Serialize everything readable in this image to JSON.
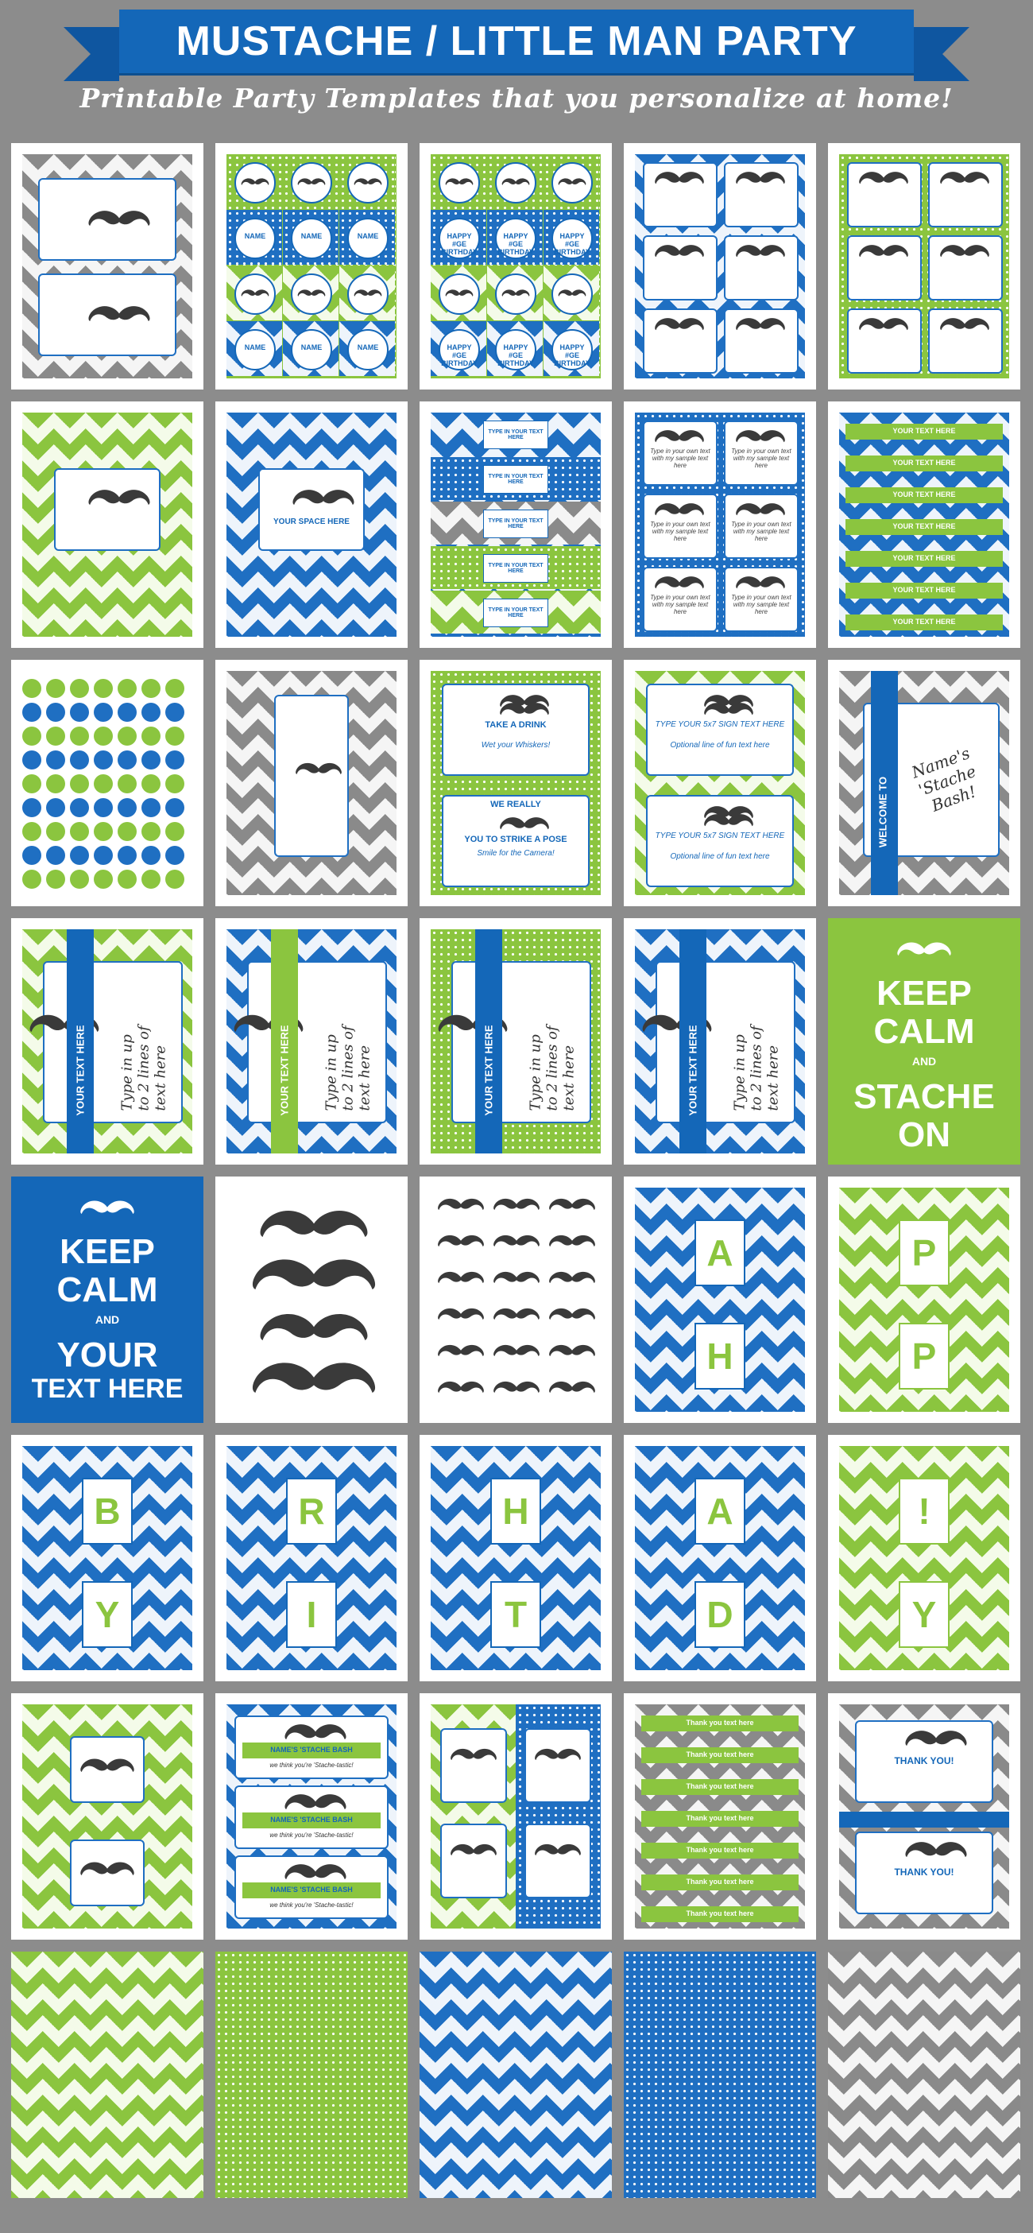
{
  "header": {
    "title": "MUSTACHE / LITTLE MAN PARTY",
    "subtitle": "Printable Party Templates that you personalize at home!"
  },
  "colors": {
    "green": "#8bc53f",
    "blue": "#1467b8",
    "gray": "#8a8a8a",
    "background": "#8c8c8c"
  },
  "tiles": [
    {
      "kind": "invite",
      "pattern": "chev-gray",
      "texts": []
    },
    {
      "kind": "tags",
      "pattern": "dots-green",
      "texts": [
        "NAME"
      ]
    },
    {
      "kind": "tags",
      "pattern": "dots-green",
      "texts": [
        "HAPPY #GE BIRTHDAY"
      ]
    },
    {
      "kind": "cards",
      "pattern": "chev-blue",
      "texts": []
    },
    {
      "kind": "cards",
      "pattern": "dots-green",
      "texts": []
    },
    {
      "kind": "box",
      "pattern": "chev-green",
      "texts": []
    },
    {
      "kind": "box",
      "pattern": "chev-blue",
      "texts": [
        "YOUR SPACE HERE"
      ]
    },
    {
      "kind": "stripes",
      "pattern": "chev-blue",
      "texts": [
        "TYPE IN YOUR TEXT HERE"
      ]
    },
    {
      "kind": "cards",
      "pattern": "dots-blue",
      "texts": [
        "Type in your own text with my sample text here"
      ]
    },
    {
      "kind": "labels",
      "pattern": "chev-blue",
      "texts": [
        "YOUR TEXT HERE"
      ]
    },
    {
      "kind": "circles",
      "pattern": "plain",
      "texts": []
    },
    {
      "kind": "wrapper",
      "pattern": "chev-gray",
      "texts": []
    },
    {
      "kind": "signs",
      "pattern": "dots-green",
      "texts": [
        "TAKE A DRINK",
        "Wet your Whiskers!",
        "WE REALLY",
        "YOU TO STRIKE A POSE",
        "Smile for the Camera!"
      ]
    },
    {
      "kind": "signs",
      "pattern": "chev-green",
      "texts": [
        "TYPE YOUR 5x7 SIGN TEXT HERE",
        "Optional line of fun text here",
        "TYPE YOUR 5x7 SIGN TEXT HERE",
        "Optional line of fun text here"
      ]
    },
    {
      "kind": "welcome",
      "pattern": "chev-gray",
      "texts": [
        "WELCOME TO",
        "Name's 'Stache Bash!"
      ]
    },
    {
      "kind": "poster",
      "pattern": "chev-green",
      "texts": [
        "YOUR TEXT HERE",
        "Type in up to 2 lines of text here"
      ]
    },
    {
      "kind": "poster",
      "pattern": "chev-blue",
      "texts": [
        "YOUR TEXT HERE",
        "Type in up to 2 lines of text here"
      ]
    },
    {
      "kind": "poster",
      "pattern": "dots-green",
      "texts": [
        "YOUR TEXT HERE",
        "Type in up to 2 lines of text here"
      ]
    },
    {
      "kind": "poster",
      "pattern": "chev-blue",
      "texts": [
        "YOUR TEXT HERE",
        "Type in up to 2 lines of text here"
      ]
    },
    {
      "kind": "keepcalm",
      "pattern": "solid-green",
      "texts": [
        "KEEP",
        "CALM",
        "AND",
        "STACHE",
        "ON"
      ]
    },
    {
      "kind": "keepcalm",
      "pattern": "solid-blue",
      "texts": [
        "KEEP",
        "CALM",
        "AND",
        "YOUR",
        "TEXT HERE"
      ]
    },
    {
      "kind": "props",
      "pattern": "plain",
      "texts": []
    },
    {
      "kind": "mini",
      "pattern": "plain",
      "texts": []
    },
    {
      "kind": "banner",
      "pattern": "chev-blue",
      "texts": [
        "A",
        "H"
      ]
    },
    {
      "kind": "banner",
      "pattern": "chev-green",
      "texts": [
        "P",
        "P"
      ]
    },
    {
      "kind": "banner",
      "pattern": "chev-blue",
      "texts": [
        "B",
        "Y"
      ]
    },
    {
      "kind": "banner",
      "pattern": "chev-blue",
      "texts": [
        "R",
        "I"
      ]
    },
    {
      "kind": "banner",
      "pattern": "chev-blue",
      "texts": [
        "H",
        "T"
      ]
    },
    {
      "kind": "banner",
      "pattern": "chev-blue",
      "texts": [
        "A",
        "D"
      ]
    },
    {
      "kind": "banner",
      "pattern": "chev-green",
      "texts": [
        "!",
        "Y"
      ]
    },
    {
      "kind": "bannermus",
      "pattern": "chev-green",
      "texts": []
    },
    {
      "kind": "bottle",
      "pattern": "chev-blue",
      "texts": [
        "NAME'S 'STACHE BASH",
        "we think you're 'Stache-tastic!"
      ]
    },
    {
      "kind": "split",
      "pattern": "dots-blue",
      "texts": []
    },
    {
      "kind": "labels",
      "pattern": "chev-gray",
      "texts": [
        "Thank you text here"
      ]
    },
    {
      "kind": "thanks",
      "pattern": "chev-gray",
      "texts": [
        "THANK YOU!",
        "THANK YOU!"
      ]
    },
    {
      "kind": "paper",
      "pattern": "chev-green",
      "texts": []
    },
    {
      "kind": "paper",
      "pattern": "dots-green",
      "texts": []
    },
    {
      "kind": "paper",
      "pattern": "chev-blue",
      "texts": []
    },
    {
      "kind": "paper",
      "pattern": "dots-blue",
      "texts": []
    },
    {
      "kind": "paper",
      "pattern": "chev-gray",
      "texts": []
    }
  ]
}
